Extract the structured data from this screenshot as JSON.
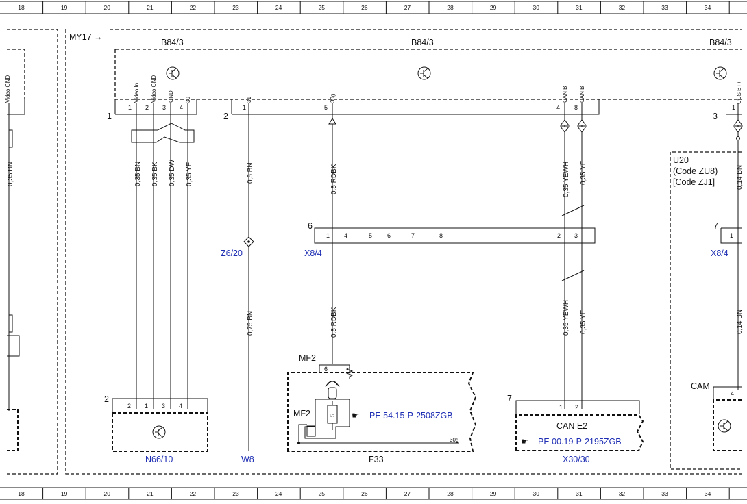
{
  "ruler": {
    "columns": [
      "18",
      "19",
      "20",
      "21",
      "22",
      "23",
      "24",
      "25",
      "26",
      "27",
      "28",
      "29",
      "30",
      "31",
      "32",
      "33",
      "34"
    ]
  },
  "model_year_marker": "MY17 →",
  "components": {
    "b84_left": "B84/3",
    "b84_center": "B84/3",
    "b84_right": "B84/3",
    "u20_lines": [
      "U20",
      "(Code ZU8)",
      "[Code ZJ1]"
    ],
    "n66": "N66/10",
    "w8": "W8",
    "f33": "F33",
    "x30": "X30/30",
    "can_e2": "CAN E2",
    "mf2_top": "MF2",
    "mf2_inner": "MF2",
    "cam": "CAM",
    "z6": "Z6/20",
    "x8_left": "X8/4",
    "x8_right": "X8/4"
  },
  "connector_numbers": {
    "c1": "1",
    "c2": "2",
    "c3": "3",
    "c6": "6",
    "c7": "7",
    "c7_right": "7",
    "c2_n66": "2",
    "c7_x30": "7"
  },
  "pin_signals": {
    "left_video_gnd": "Video GND",
    "video_in": "Video In",
    "video_gnd": "Video GND",
    "gnd": "GND",
    "p30": "30",
    "p31": "31",
    "p30g": "30g",
    "can_b_1": "CAN B",
    "can_b_2": "CAN B",
    "right_ucs": "UCS B++"
  },
  "pins": {
    "group1": [
      "1",
      "2",
      "3",
      "4"
    ],
    "group2_31": "1",
    "group2_30g": "5",
    "group2_canb1": "4",
    "group2_canb2": "8",
    "group3": "1",
    "x8_left_row": [
      "1",
      "4",
      "5",
      "6",
      "7",
      "8"
    ],
    "x8_right_row": [
      "2",
      "3"
    ],
    "x8_far_right": "1",
    "n66_pins": [
      "2",
      "1",
      "3",
      "4"
    ],
    "mf2_pin": "6",
    "f33_fuse": "5",
    "x30_pins": [
      "1",
      "2"
    ],
    "cam_pin": "4"
  },
  "wires": {
    "left_edge": "0,35 BN",
    "vid_bn": "0,35 BN",
    "vid_bk": "0,35 BK",
    "vid_dw": "0,35 DW",
    "vid_ye": "0,35 YE",
    "gnd_upper": "0,5 BN",
    "gnd_lower": "0,75 BN",
    "rdbk_upper": "0,5 RDBK",
    "rdbk_lower": "0,5 RDBK",
    "can_yewh_upper": "0,35 YEWH",
    "can_ye_upper": "0,35 YE",
    "can_yewh_lower": "0,35 YEWH",
    "can_ye_lower": "0,35 YE",
    "right_upper": "0,14 BN",
    "right_lower": "0,14 BN"
  },
  "references": {
    "f33_ref": "PE 54.15-P-2508ZGB",
    "x30_ref": "PE 00.19-P-2195ZGB"
  },
  "misc": {
    "bus_30g": "30g"
  }
}
